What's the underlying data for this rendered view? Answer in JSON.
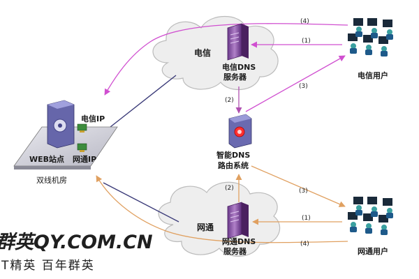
{
  "nodes": {
    "telecom_cloud": "电信",
    "telecom_dns": [
      "电信DNS",
      "服务器"
    ],
    "telecom_users": "电信用户",
    "netcom_cloud": "网通",
    "netcom_dns": [
      "网通DNS",
      "服务器"
    ],
    "netcom_users": "网通用户",
    "smart_dns": [
      "智能DNS",
      "路由系统"
    ],
    "web_site": "WEB站点",
    "telecom_ip": "电信IP",
    "netcom_ip": "网通IP",
    "datacenter": "双线机房"
  },
  "steps": {
    "t4": "(4)",
    "t1": "(1)",
    "t3": "(3)",
    "t2": "(2)",
    "n2": "(2)",
    "n3": "(3)",
    "n1": "(1)",
    "n4": "(4)"
  },
  "watermark": {
    "line1": "群英QY.COM.CN",
    "line2": "T精英 百年群英"
  },
  "colors": {
    "telecom_flow": "#d04fd0",
    "netcom_flow": "#e0a060",
    "dns_flow": "#c070c0",
    "link_dark": "#3a3a78",
    "cloud_fill": "#eeeeee",
    "cloud_stroke": "#bbbbbb"
  }
}
